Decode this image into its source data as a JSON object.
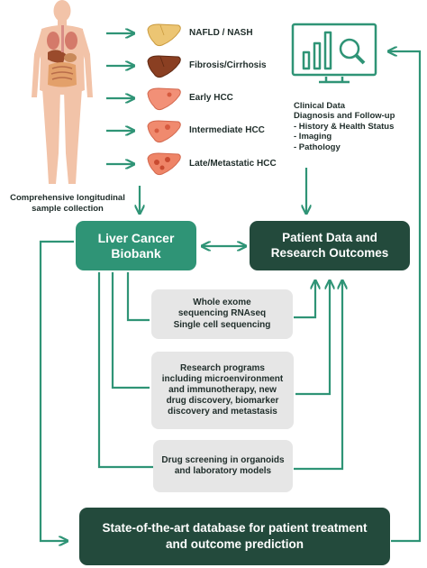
{
  "sample": {
    "caption": "Comprehensive longitudinal sample collection",
    "stages": [
      "NAFLD / NASH",
      "Fibrosis/Cirrhosis",
      "Early HCC",
      "Intermediate HCC",
      "Late/Metastatic HCC"
    ]
  },
  "clinical": {
    "title": "Clinical Data",
    "subtitle": "Diagnosis and Follow-up",
    "items": [
      "- History & Health Status",
      "- Imaging",
      "- Pathology"
    ]
  },
  "biobank": {
    "label": "Liver Cancer Biobank"
  },
  "outcomes": {
    "label": "Patient Data and Research Outcomes"
  },
  "activities": [
    "Whole exome sequencing RNAseq Single cell sequencing",
    "Research programs including microenvironment and immunotherapy, new drug discovery, biomarker discovery and metastasis",
    "Drug screening in organoids and laboratory models"
  ],
  "database": {
    "label": "State-of-the-art database for patient treatment and outcome prediction"
  },
  "colors": {
    "accent": "#2f9476",
    "dark": "#234a3c",
    "box_grey": "#e6e6e6",
    "liver_light": "#ecc573",
    "liver_dark": "#8a3f22",
    "liver_pink": "#f08a6e"
  }
}
